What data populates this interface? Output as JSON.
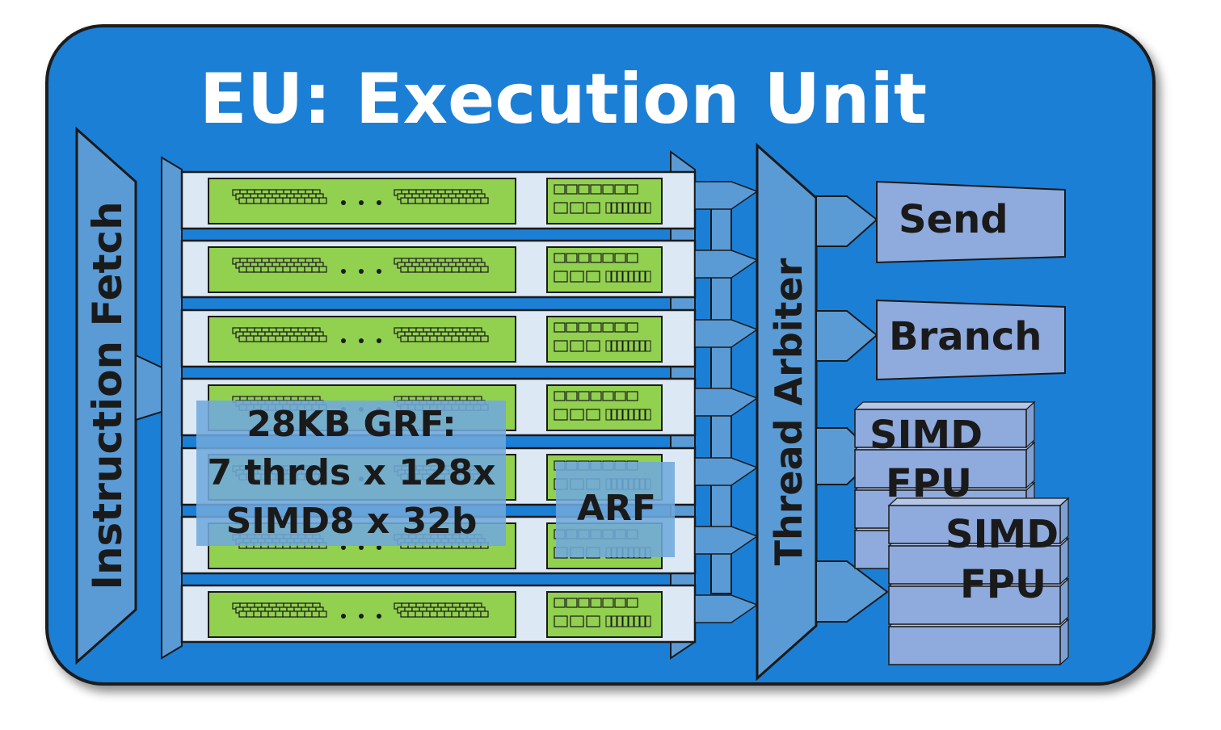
{
  "title": "EU: Execution Unit",
  "instruction_fetch_label": "Instruction Fetch",
  "thread_arbiter_label": "Thread Arbiter",
  "units": {
    "send": "Send",
    "branch": "Branch",
    "fpu1_line1": "SIMD",
    "fpu1_line2": "FPU",
    "fpu2_line1": "SIMD",
    "fpu2_line2": "FPU"
  },
  "grf_overlay": {
    "line1": "28KB GRF:",
    "line2": "7 thrds x 128x",
    "line3": "SIMD8 x 32b"
  },
  "arf_overlay": "ARF",
  "thread_slot_count": 7,
  "colors": {
    "frame_blue": "#1f7fd6",
    "frame_border": "#1a1a1a",
    "light_blue": "#5b9bd5",
    "unit_fill": "#8faadc",
    "grf_green": "#92d050",
    "slot_fill": "#dce8f4",
    "overlay": "#6fa8dc"
  }
}
